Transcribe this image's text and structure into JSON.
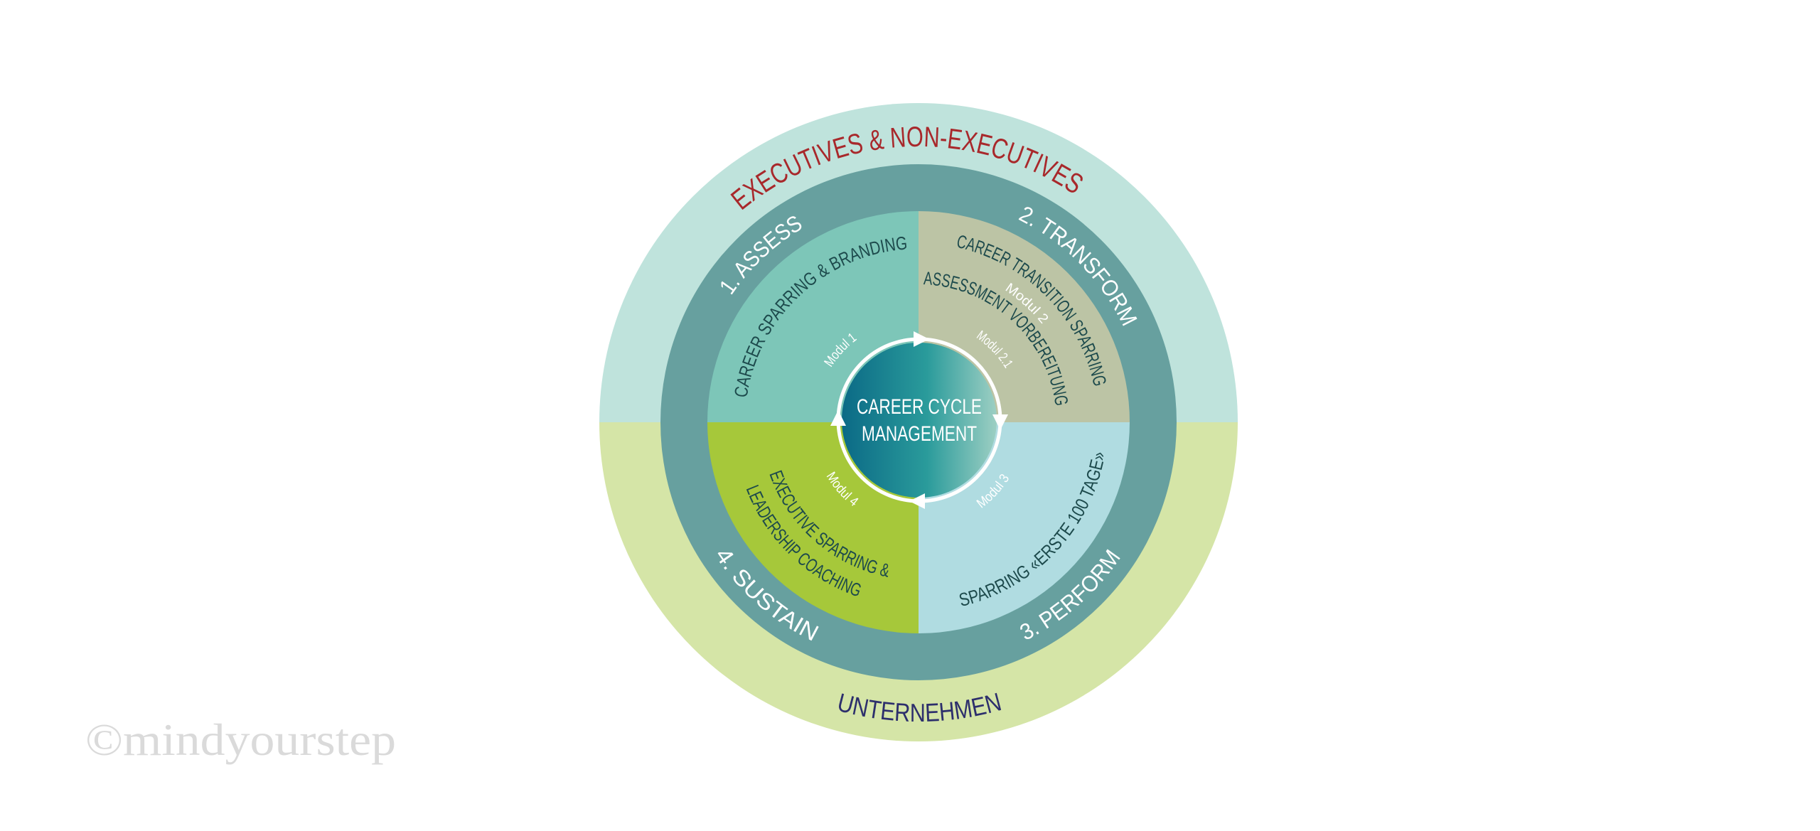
{
  "diagram": {
    "outer_top_label": "EXECUTIVES & NON-EXECUTIVES",
    "outer_bottom_label": "UNTERNEHMEN",
    "phases": [
      {
        "label": "1. ASSESS"
      },
      {
        "label": "2. TRANSFORM"
      },
      {
        "label": "3. PERFORM"
      },
      {
        "label": "4. SUSTAIN"
      }
    ],
    "modules": [
      {
        "title": "CAREER SPARRING & BRANDING",
        "tag": "Modul 1"
      },
      {
        "title": "CAREER TRANSITION SPARRING",
        "tag": "Modul 2"
      },
      {
        "title": "ASSESSMENT VORBEREITUNG",
        "tag": "Modul 2.1"
      },
      {
        "title": "SPARRING «ERSTE 100 TAGE»",
        "tag": "Modul 3"
      },
      {
        "title_line1": "EXECUTIVE SPARRING &",
        "title_line2": "LEADERSHIP COACHING",
        "tag": "Modul 4"
      }
    ],
    "center": {
      "line1": "CAREER CYCLE",
      "line2": "MANAGEMENT"
    }
  },
  "watermark": "©mindyourstep",
  "colors": {
    "outer_top": "#bfe3dc",
    "outer_bottom": "#d5e5a7",
    "phase_ring": "#67a09f",
    "q1": "#7dc6b8",
    "q2": "#bcc4a5",
    "q3": "#b0dce1",
    "q4": "#a6c83a",
    "module_text": "#1d4a4c",
    "red_label": "#a8282b",
    "navy_label": "#2d2f6c"
  }
}
